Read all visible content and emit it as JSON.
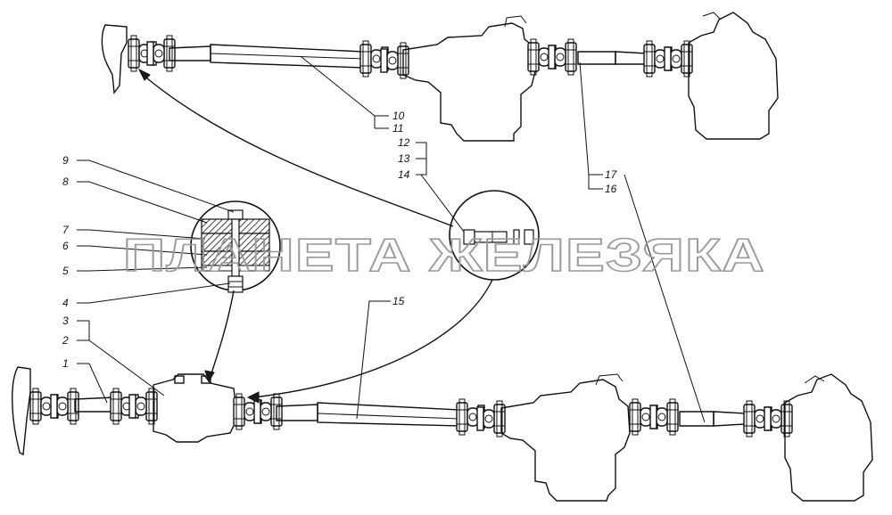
{
  "watermark": "ПЛАНЕТА ЖЕЛЕЗЯКА",
  "callouts": {
    "n1": "1",
    "n2": "2",
    "n3": "3",
    "n4": "4",
    "n5": "5",
    "n6": "6",
    "n7": "7",
    "n8": "8",
    "n9": "9",
    "n10": "10",
    "n11": "11",
    "n12": "12",
    "n13": "13",
    "n14": "14",
    "n15": "15",
    "n16": "16",
    "n17": "17"
  }
}
